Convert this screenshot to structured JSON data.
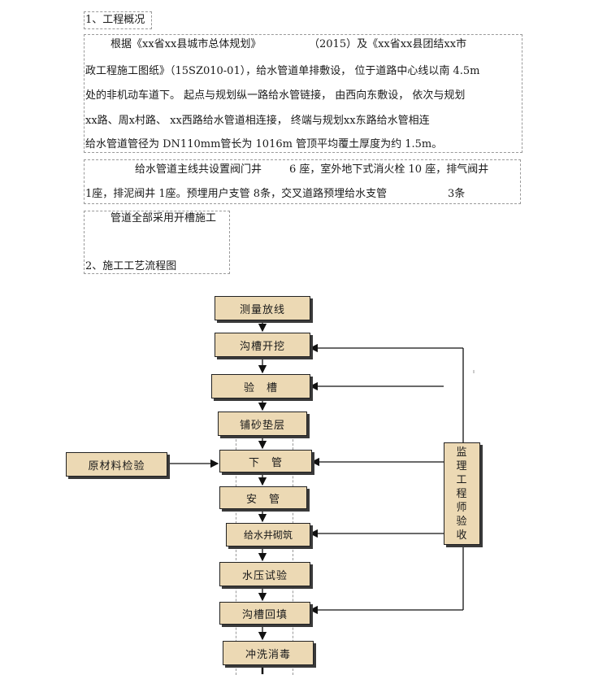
{
  "document": {
    "section1_heading": "1、工程概况",
    "para1_line1_a": "根据《xx省xx县城市总体规划》",
    "para1_line1_b": "（2015）及《xx省xx县团结xx市",
    "para1_line2": "政工程施工图纸》（15SZ010-01），给水管道单排敷设，  位于道路中心线以南    4.5m",
    "para1_line3": "处的非机动车道下。  起点与规划纵一路给水管链接，    由西向东敷设，  依次与规划",
    "para1_line4": "xx路、周x村路、  xx西路给水管道相连接，     终端与规划xx东路给水管相连",
    "para1_line5": "给水管道管径为    DN110mm管长为   1016m  管顶平均覆土厚度为约    1.5m。",
    "para2_line1_a": "给水管道主线共设置阀门井",
    "para2_line1_b": "6 座，室外地下式消火栓    10 座，排气阀井",
    "para2_line2_a": "1座，排泥阀井   1座。预埋用户支管   8条，交叉道路预埋给水支管",
    "para2_line2_b": "3条",
    "para3_line1": "管道全部采用开槽施工",
    "section2_heading": "2、施工工艺流程图"
  },
  "flowchart": {
    "steps": [
      "测量放线",
      "沟槽开挖",
      "验　槽",
      "铺砂垫层",
      "下　管",
      "安　管",
      "给水井砌筑",
      "水压试验",
      "沟槽回填",
      "冲洗消毒"
    ],
    "side_left": "原材料检验",
    "side_right_chars": [
      "监",
      "理",
      "工",
      "程",
      "师",
      "验",
      "收"
    ],
    "box_color": "#ecd9b4"
  }
}
